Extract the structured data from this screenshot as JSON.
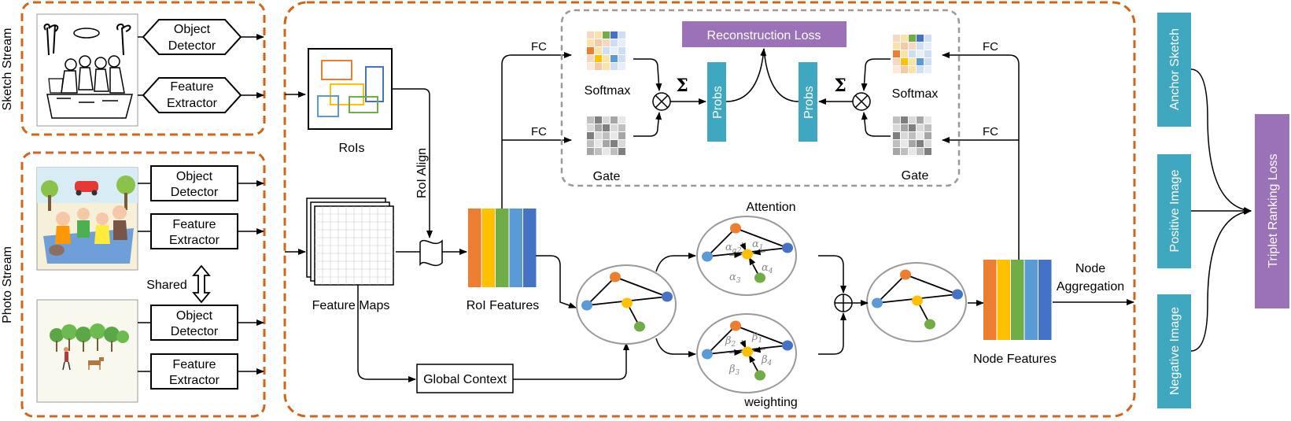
{
  "streams": {
    "sketch": "Sketch Stream",
    "photo": "Photo Stream"
  },
  "modules": {
    "object_detector_line1": "Object",
    "object_detector_line2": "Detector",
    "feature_extractor_line1": "Feature",
    "feature_extractor_line2": "Extractor",
    "shared": "Shared"
  },
  "labels": {
    "rois": "RoIs",
    "roi_align": "RoI Align",
    "feature_maps": "Feature Maps",
    "roi_features": "RoI Features",
    "global_context": "Global Context",
    "fc": "FC",
    "softmax": "Softmax",
    "gate": "Gate",
    "probs": "Probs",
    "sigma": "Σ",
    "reconstruction_loss": "Reconstruction Loss",
    "attention": "Attention",
    "weighting": "weighting",
    "node_features": "Node Features",
    "node_aggregation_line1": "Node",
    "node_aggregation_line2": "Aggregation",
    "anchor_sketch": "Anchor Sketch",
    "positive_image": "Positive Image",
    "negative_image": "Negative Image",
    "triplet_loss": "Triplet Ranking Loss"
  },
  "greek": {
    "a1": "α1",
    "a2": "α2",
    "a3": "α3",
    "a4": "α4",
    "b1": "β1",
    "b2": "β2",
    "b3": "β3",
    "b4": "β4"
  },
  "colors": {
    "stream_border": "#d0661c",
    "teal": "#3fa8c0",
    "purple": "#9b72b8",
    "feature_bars": [
      "#ed7d31",
      "#ffc000",
      "#70ad47",
      "#5b9bd5",
      "#4472c4"
    ],
    "node_orange": "#ed7d31",
    "node_blue": "#5b9bd5",
    "node_navy": "#4472c4",
    "node_yellow": "#ffc000",
    "node_green": "#70ad47",
    "roi_colors": [
      "#ed7d31",
      "#ffc000",
      "#4472c4",
      "#5b9bd5",
      "#70ad47"
    ]
  }
}
